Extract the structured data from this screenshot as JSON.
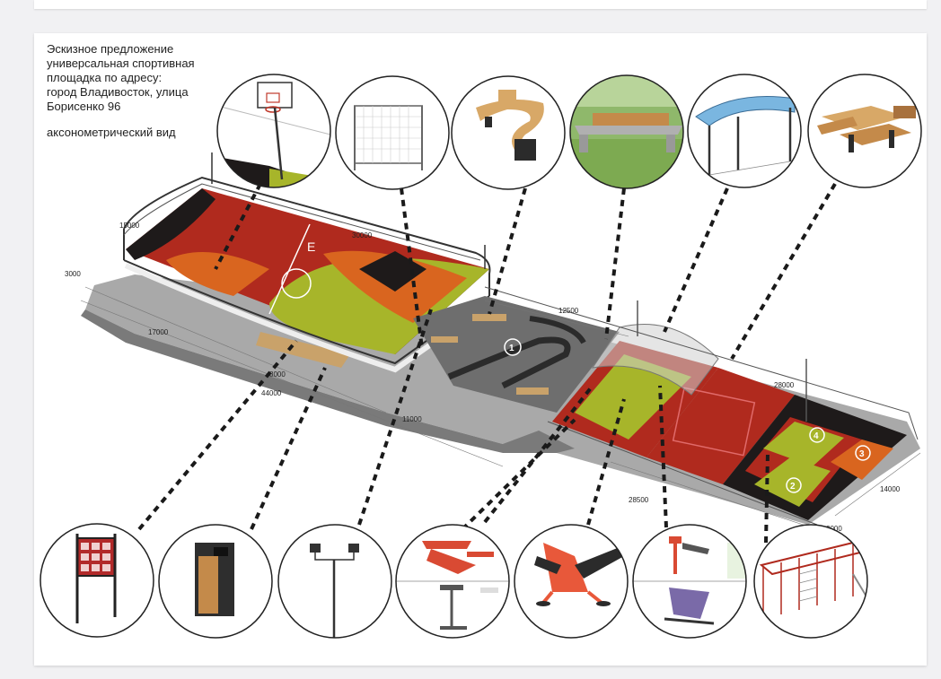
{
  "title_lines": [
    "Эскизное предложение",
    "универсальная спортивная",
    "площадка по адресу:",
    "город Владивосток, улица",
    "Борисенко 96"
  ],
  "subtitle": "аксонометрический вид",
  "dimensions": {
    "d15000": "15000",
    "d3000": "3000",
    "d17000": "17000",
    "d8000": "8000",
    "d44000": "44000",
    "d12500": "12500",
    "d11000": "11000",
    "d28000": "28000",
    "d28500": "28500",
    "d14000": "14000",
    "d2000": "2000",
    "d30000": "30000"
  },
  "zone_numbers": [
    "1",
    "2",
    "3",
    "4"
  ],
  "callouts_top": [
    {
      "name": "basketball-hoop-icon"
    },
    {
      "name": "football-goal-icon"
    },
    {
      "name": "curved-bench-icon"
    },
    {
      "name": "park-bench-icon"
    },
    {
      "name": "canopy-shelter-icon"
    },
    {
      "name": "picnic-table-icon"
    }
  ],
  "callouts_bottom": [
    {
      "name": "info-board-icon"
    },
    {
      "name": "trash-bin-icon"
    },
    {
      "name": "floodlight-pole-icon"
    },
    {
      "name": "rowing-trainer-icon"
    },
    {
      "name": "leg-press-trainer-icon"
    },
    {
      "name": "chest-press-trainer-icon"
    },
    {
      "name": "workout-frame-icon"
    }
  ],
  "colors": {
    "court_red": "#b02a1e",
    "court_orange": "#d9651f",
    "court_green": "#a7b52a",
    "court_black": "#1e1a1a",
    "paving_gray": "#8d8d8d",
    "fence": "#333333"
  }
}
